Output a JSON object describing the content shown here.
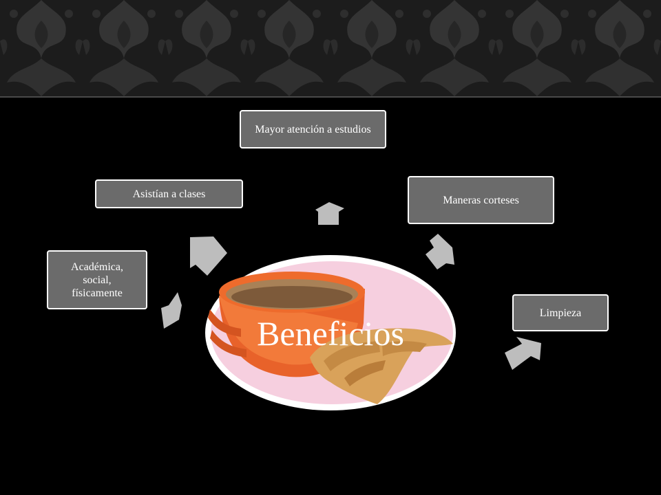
{
  "slide": {
    "center_label": "Beneficios",
    "nodes": [
      {
        "id": "mayor-atencion",
        "label": "Mayor atención a estudios"
      },
      {
        "id": "maneras-corteses",
        "label": "Maneras corteses"
      },
      {
        "id": "limpieza",
        "label": "Limpieza"
      },
      {
        "id": "academica",
        "label": "Académica, social, físicamente"
      },
      {
        "id": "asistian",
        "label": "Asistían a clases"
      }
    ]
  },
  "colors": {
    "background": "#000000",
    "banner": "#1c1c1c",
    "banner_pattern": "#3a3a3a",
    "node_fill": "#6b6b6b",
    "node_border": "#ffffff",
    "arrow": "#bdbdbd",
    "ellipse": "#ffffff",
    "pink": "#f4c6d8",
    "cup_orange": "#e8622a",
    "bread": "#d9a25a"
  },
  "icons": {
    "banner": "damask-pattern",
    "center_image": "coffee-cup-and-croissant"
  }
}
